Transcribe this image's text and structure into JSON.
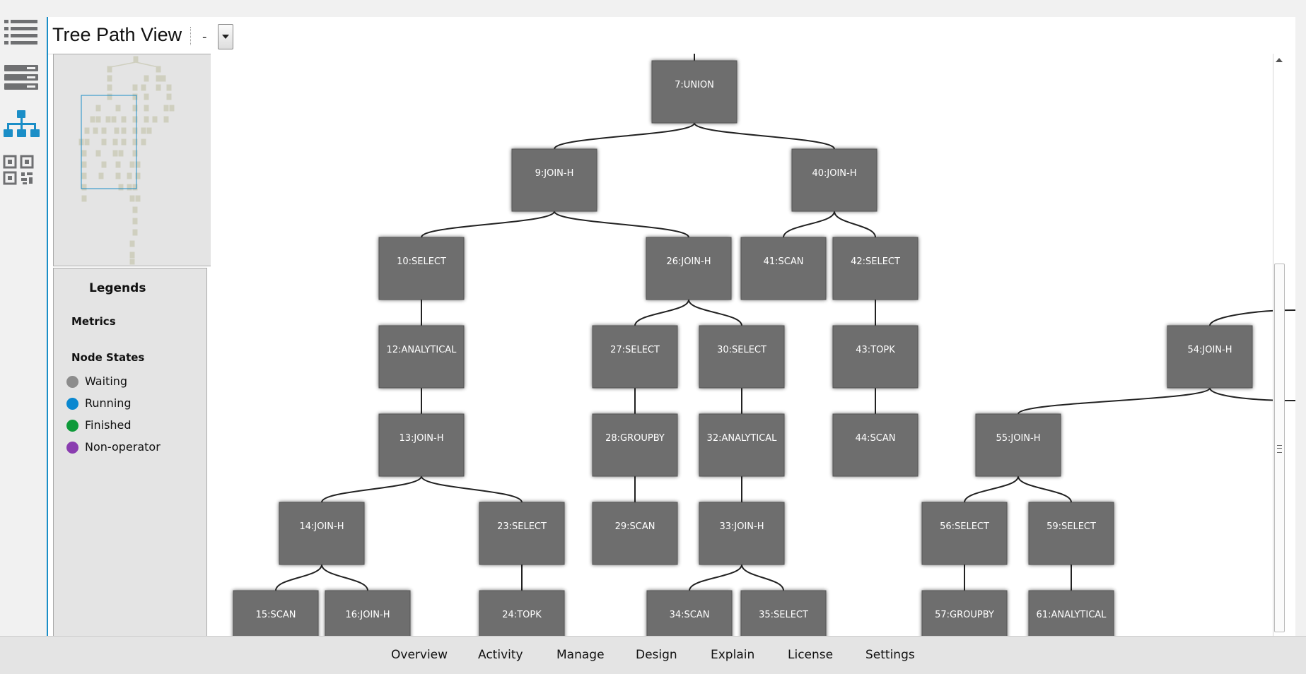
{
  "header": {
    "title": "Tree Path View",
    "dash": "-"
  },
  "legends": {
    "title": "Legends",
    "metrics_label": "Metrics",
    "node_states_label": "Node States",
    "states": [
      {
        "label": "Waiting",
        "color": "#8c8c8c"
      },
      {
        "label": "Running",
        "color": "#0a88d0"
      },
      {
        "label": "Finished",
        "color": "#0e9a3a"
      },
      {
        "label": "Non-operator",
        "color": "#8a3db0"
      }
    ]
  },
  "colors": {
    "accent": "#1b8ec7",
    "node_fill": "#6e6e6e",
    "node_text": "#ffffff"
  },
  "nav_icons": [
    "list-icon",
    "server-icon",
    "tree-hierarchy-icon",
    "qr-code-icon"
  ],
  "tree": {
    "nodes": [
      {
        "id": "7",
        "label": "7:UNION"
      },
      {
        "id": "9",
        "label": "9:JOIN-H"
      },
      {
        "id": "40",
        "label": "40:JOIN-H"
      },
      {
        "id": "10",
        "label": "10:SELECT"
      },
      {
        "id": "26",
        "label": "26:JOIN-H"
      },
      {
        "id": "41",
        "label": "41:SCAN"
      },
      {
        "id": "42",
        "label": "42:SELECT"
      },
      {
        "id": "12",
        "label": "12:ANALYTICAL"
      },
      {
        "id": "27",
        "label": "27:SELECT"
      },
      {
        "id": "30",
        "label": "30:SELECT"
      },
      {
        "id": "43",
        "label": "43:TOPK"
      },
      {
        "id": "54",
        "label": "54:JOIN-H"
      },
      {
        "id": "13",
        "label": "13:JOIN-H"
      },
      {
        "id": "28",
        "label": "28:GROUPBY"
      },
      {
        "id": "32",
        "label": "32:ANALYTICAL"
      },
      {
        "id": "44",
        "label": "44:SCAN"
      },
      {
        "id": "55",
        "label": "55:JOIN-H"
      },
      {
        "id": "14",
        "label": "14:JOIN-H"
      },
      {
        "id": "23",
        "label": "23:SELECT"
      },
      {
        "id": "29",
        "label": "29:SCAN"
      },
      {
        "id": "33",
        "label": "33:JOIN-H"
      },
      {
        "id": "56",
        "label": "56:SELECT"
      },
      {
        "id": "59",
        "label": "59:SELECT"
      },
      {
        "id": "15",
        "label": "15:SCAN"
      },
      {
        "id": "16",
        "label": "16:JOIN-H"
      },
      {
        "id": "24",
        "label": "24:TOPK"
      },
      {
        "id": "34",
        "label": "34:SCAN"
      },
      {
        "id": "35",
        "label": "35:SELECT"
      },
      {
        "id": "57",
        "label": "57:GROUPBY"
      },
      {
        "id": "61",
        "label": "61:ANALYTICAL"
      }
    ],
    "edges": [
      [
        "7",
        "9"
      ],
      [
        "7",
        "40"
      ],
      [
        "9",
        "10"
      ],
      [
        "9",
        "26"
      ],
      [
        "40",
        "41"
      ],
      [
        "40",
        "42"
      ],
      [
        "10",
        "12"
      ],
      [
        "26",
        "27"
      ],
      [
        "26",
        "30"
      ],
      [
        "42",
        "43"
      ],
      [
        "12",
        "13"
      ],
      [
        "27",
        "28"
      ],
      [
        "30",
        "32"
      ],
      [
        "43",
        "44"
      ],
      [
        "54",
        "55"
      ],
      [
        "13",
        "14"
      ],
      [
        "13",
        "23"
      ],
      [
        "28",
        "29"
      ],
      [
        "32",
        "33"
      ],
      [
        "55",
        "56"
      ],
      [
        "55",
        "59"
      ],
      [
        "14",
        "15"
      ],
      [
        "14",
        "16"
      ],
      [
        "23",
        "24"
      ],
      [
        "33",
        "34"
      ],
      [
        "33",
        "35"
      ],
      [
        "56",
        "57"
      ],
      [
        "59",
        "61"
      ]
    ]
  },
  "bottom_nav": [
    "Overview",
    "Activity",
    "Manage",
    "Design",
    "Explain",
    "License",
    "Settings"
  ]
}
